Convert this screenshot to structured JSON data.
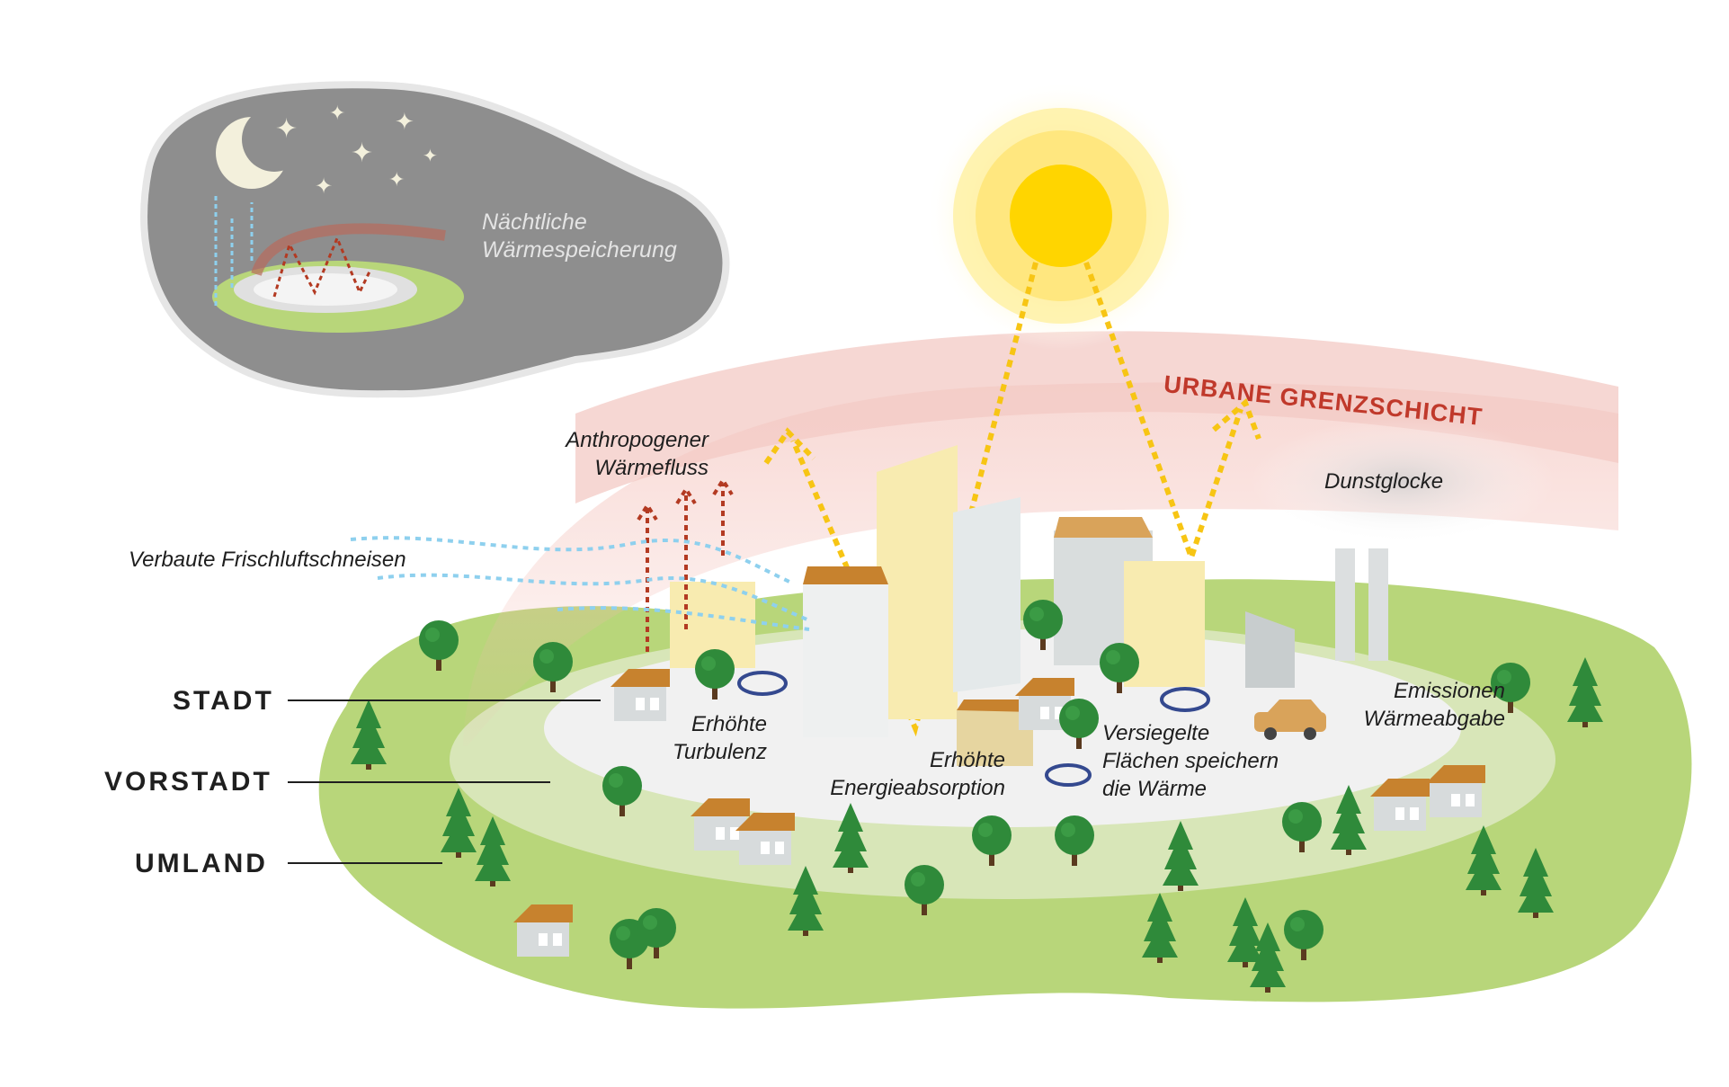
{
  "labels": {
    "urban_boundary_layer": "URBANE GRENZSCHICHT",
    "night_heat_storage": [
      "Nächtliche",
      "Wärmespeicherung"
    ],
    "anthropogenic_heat_flux": [
      "Anthropogener",
      "Wärmefluss"
    ],
    "blocked_fresh_air": "Verbaute Frischluftschneisen",
    "haze_dome": "Dunstglocke",
    "increased_turbulence": [
      "Erhöhte",
      "Turbulenz"
    ],
    "increased_energy_absorption": [
      "Erhöhte",
      "Energieabsorption"
    ],
    "sealed_surfaces": [
      "Versiegelte",
      "Flächen speichern",
      "die Wärme"
    ],
    "emissions": [
      "Emissionen",
      "Wärmeabgabe"
    ]
  },
  "zones": {
    "city": "STADT",
    "suburb": "VORSTADT",
    "countryside": "UMLAND"
  },
  "colors": {
    "land_outer": "#b8d67a",
    "land_mid": "#d8e6b8",
    "city_core": "#f1f1f1",
    "night_blob": "#8e8e8e",
    "sun": "#ffd500",
    "sun_ray": "#f7c514",
    "heat_arrow": "#b33a22",
    "fresh_air": "#8ed0ee",
    "boundary_layer": "#f3c9c4",
    "boundary_text": "#c0392b",
    "tree": "#2f8a3a",
    "turbulence": "#34498f"
  }
}
